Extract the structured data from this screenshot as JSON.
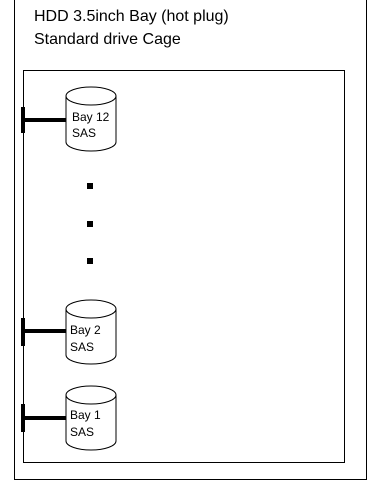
{
  "header": {
    "line1": "HDD 3.5inch Bay (hot plug)",
    "line2": "Standard drive Cage"
  },
  "drives": [
    {
      "bay": "Bay 12",
      "interface": "SAS"
    },
    {
      "bay": "Bay 2",
      "interface": "SAS"
    },
    {
      "bay": "Bay 1",
      "interface": "SAS"
    }
  ],
  "colors": {
    "line": "#000000",
    "background": "#ffffff"
  }
}
